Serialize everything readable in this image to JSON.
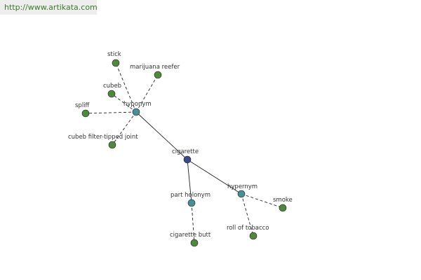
{
  "site_link": "http://www.artikata.com",
  "colors": {
    "leaf_node": "#4e8a3c",
    "relation_node": "#4a8f95",
    "center_node": "#3c4a8c",
    "edge": "#222222",
    "link_text": "#3a7a2a"
  },
  "graph": {
    "center": {
      "id": "cigarette",
      "label": "cigarette"
    },
    "relations": [
      {
        "id": "hyponym",
        "label": "hyponym"
      },
      {
        "id": "part_holonym",
        "label": "part holonym"
      },
      {
        "id": "hypernym",
        "label": "hypernym"
      }
    ],
    "terms": [
      {
        "id": "stick",
        "label": "stick",
        "relation": "hyponym"
      },
      {
        "id": "marijuana_reefer",
        "label": "marijuana reefer",
        "relation": "hyponym"
      },
      {
        "id": "cubeb",
        "label": "cubeb",
        "relation": "hyponym"
      },
      {
        "id": "spliff",
        "label": "spliff",
        "relation": "hyponym"
      },
      {
        "id": "cubeb_filter_tipped_joint",
        "label": "cubeb filter-tipped joint",
        "relation": "hyponym"
      },
      {
        "id": "cigarette_butt",
        "label": "cigarette butt",
        "relation": "part_holonym"
      },
      {
        "id": "roll_of_tobacco",
        "label": "roll of tobacco",
        "relation": "hypernym"
      },
      {
        "id": "smoke",
        "label": "smoke",
        "relation": "hypernym"
      }
    ]
  }
}
